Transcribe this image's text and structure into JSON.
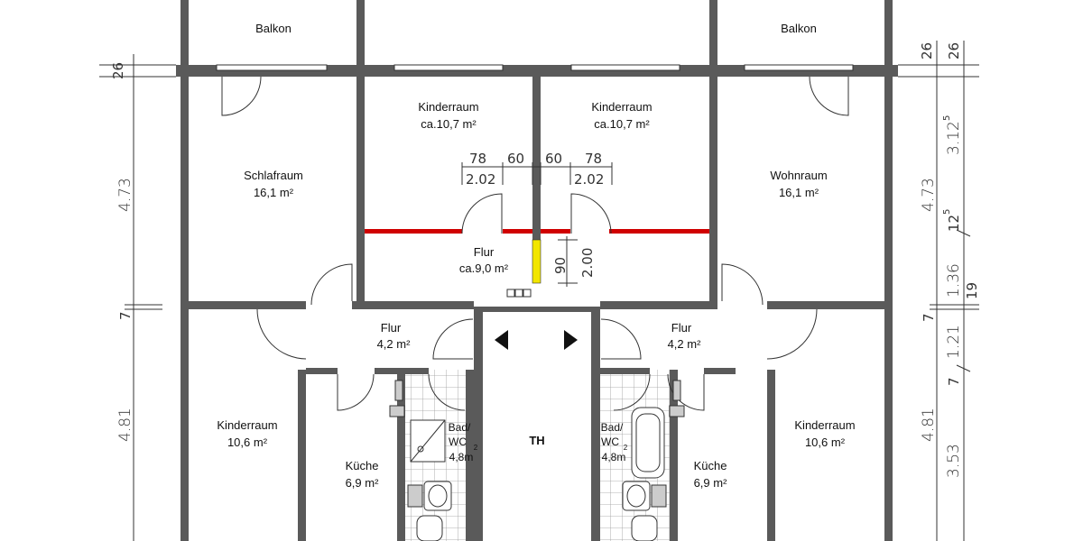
{
  "rooms": {
    "balkon_left": "Balkon",
    "balkon_right": "Balkon",
    "kinder_top_left": "Kinderraum",
    "kinder_top_left_area": "ca.10,7 m²",
    "kinder_top_right": "Kinderraum",
    "kinder_top_right_area": "ca.10,7 m²",
    "schlaf": "Schlafraum",
    "schlaf_area": "16,1 m²",
    "wohn": "Wohnraum",
    "wohn_area": "16,1 m²",
    "flur_center": "Flur",
    "flur_center_area": "ca.9,0 m²",
    "flur_left": "Flur",
    "flur_left_area": "4,2 m²",
    "flur_right": "Flur",
    "flur_right_area": "4,2 m²",
    "kinder_bottom_left": "Kinderraum",
    "kinder_bottom_left_area": "10,6 m²",
    "kinder_bottom_right": "Kinderraum",
    "kinder_bottom_right_area": "10,6 m²",
    "kueche_left": "Küche",
    "kueche_left_area": "6,9 m²",
    "kueche_right": "Küche",
    "kueche_right_area": "6,9 m²",
    "bad_left_1": "Bad/",
    "bad_left_2": "WC",
    "bad_left_area": "4,8m",
    "bad_right_1": "Bad/",
    "bad_right_2": "WC",
    "bad_right_area": "4,8m",
    "sq": "2",
    "treppenhaus": "TH"
  },
  "dimensions": {
    "left_26": "26",
    "left_473": "4.73",
    "left_7": "7",
    "left_481": "4.81",
    "right_26a": "26",
    "right_26b": "26",
    "right_473": "4.73",
    "right_3125": "3.12",
    "right_3125_sup": "5",
    "right_125": "12",
    "right_125_sup": "5",
    "right_136": "1.36",
    "right_19": "19",
    "right_7a": "7",
    "right_121": "1.21",
    "right_7b": "7",
    "right_481": "4.81",
    "right_353": "3.53",
    "door_78_left": "78",
    "door_60_left": "60",
    "door_202_left": "2.02",
    "door_60_right": "60",
    "door_78_right": "78",
    "door_202_right": "2.02",
    "door_90": "90",
    "door_200": "2.00"
  },
  "colors": {
    "wall": "#5a5a5a",
    "new_wall": "#d00000",
    "marker": "#f2e600",
    "tile": "#9a9a9a"
  }
}
